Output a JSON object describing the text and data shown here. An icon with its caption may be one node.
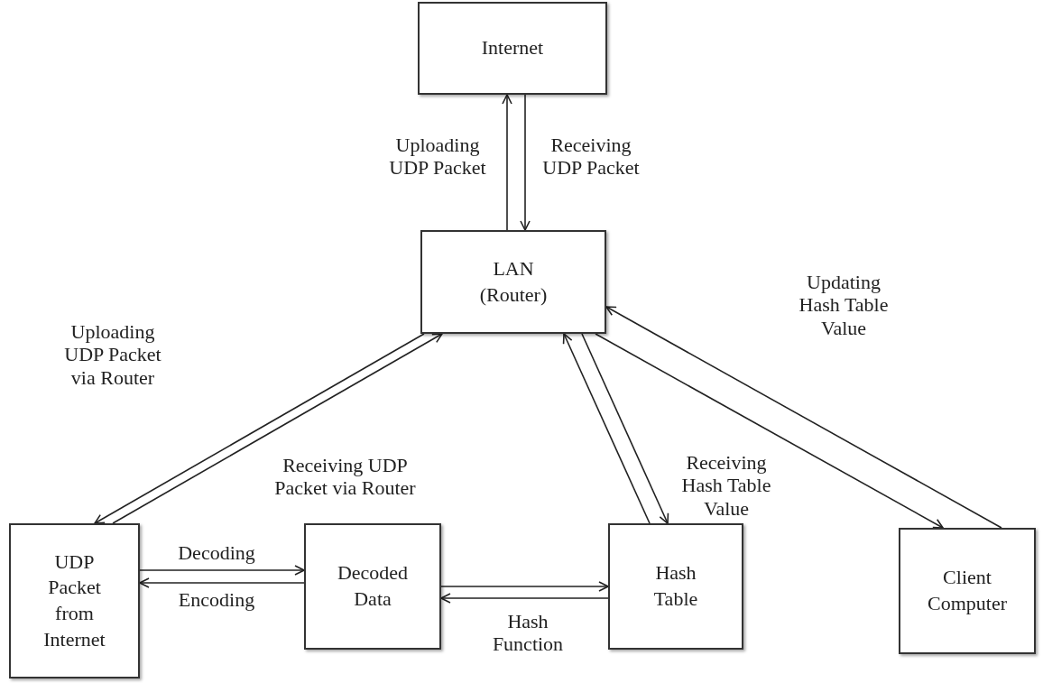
{
  "diagram": {
    "nodes": [
      {
        "text": [
          "Internet"
        ]
      },
      {
        "text": [
          "LAN (Router)"
        ]
      },
      {
        "text": [
          "UDP Packet from Internet"
        ]
      },
      {
        "text": [
          "Decoded Data"
        ]
      },
      {
        "text": [
          "Hash Table"
        ]
      },
      {
        "text": [
          "Client Computer"
        ]
      }
    ],
    "edges": [
      {
        "from": 1,
        "to": 0,
        "arrow": "to",
        "label": "Uploading UDP Packet"
      },
      {
        "from": 0,
        "to": 1,
        "arrow": "to",
        "label": "Receiving UDP Packet"
      },
      {
        "from": 1,
        "to": 2,
        "arrow": "to",
        "label": "Uploading UDP Packet via Router"
      },
      {
        "from": 2,
        "to": 1,
        "arrow": "to",
        "label": "Receiving UDP Packet via Router"
      },
      {
        "from": 2,
        "to": 3,
        "arrow": "to",
        "label": "Decoding"
      },
      {
        "from": 3,
        "to": 2,
        "arrow": "to",
        "label": "Encoding"
      },
      {
        "from": 3,
        "to": 4,
        "arrow": "to",
        "label": "Hash Function"
      },
      {
        "from": 4,
        "to": 3,
        "arrow": "to"
      },
      {
        "from": 4,
        "to": 1,
        "arrow": "to"
      },
      {
        "from": 1,
        "to": 4,
        "arrow": "to"
      },
      {
        "from": 5,
        "to": 1,
        "arrow": "to",
        "label": "Updating Hash Table Value"
      },
      {
        "from": 1,
        "to": 5,
        "arrow": "to",
        "label": "Receiving Hash Table Value"
      }
    ]
  }
}
